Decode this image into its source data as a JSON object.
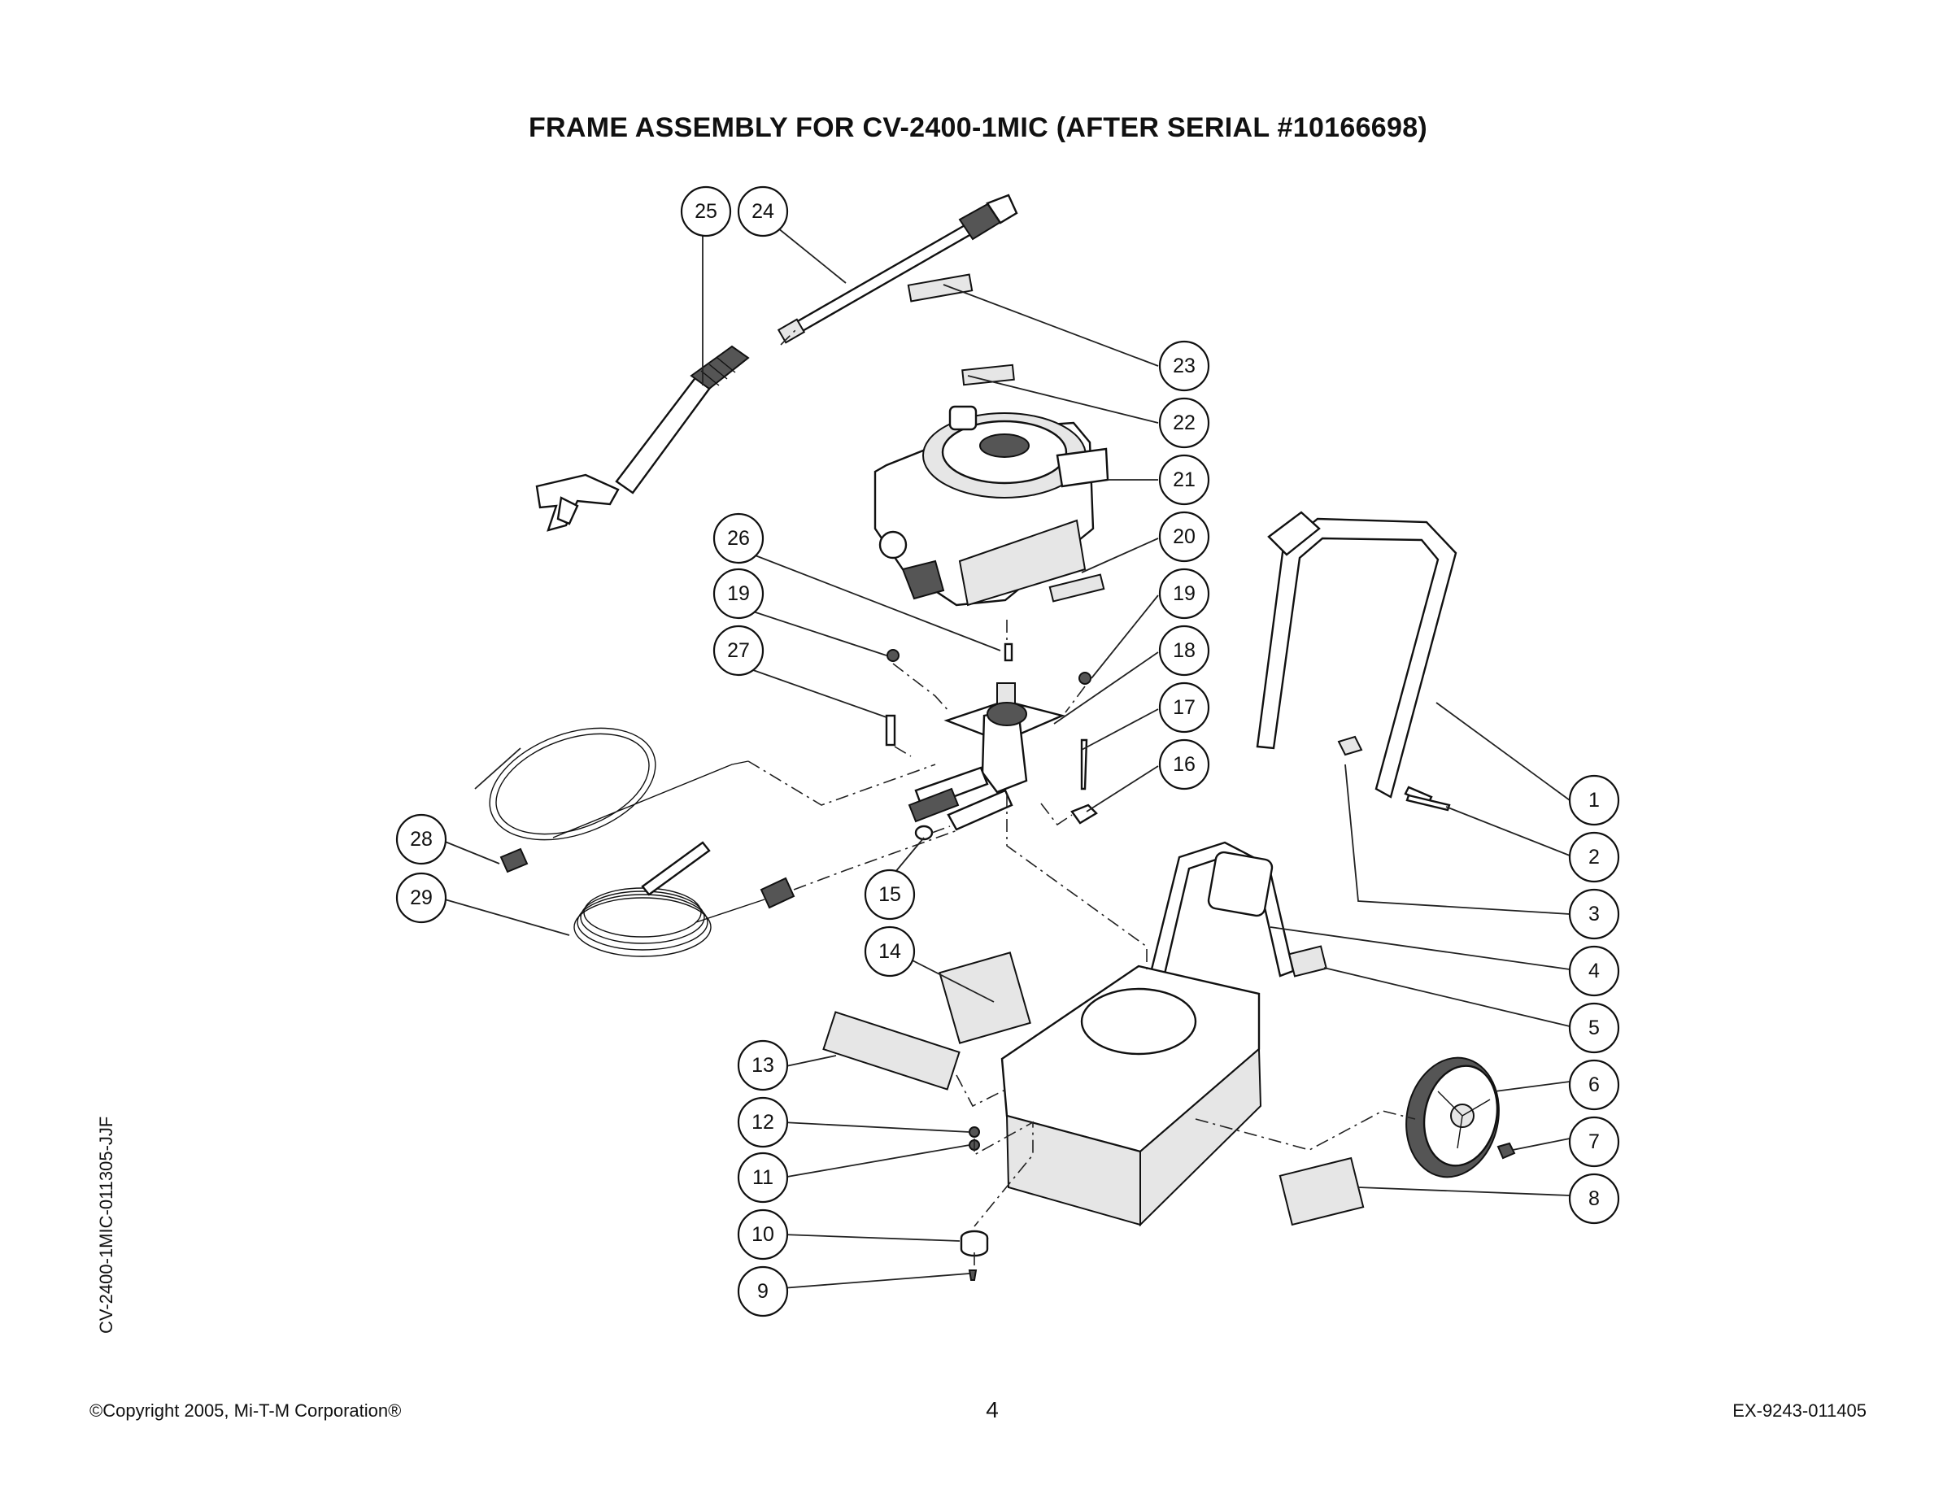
{
  "title": "FRAME ASSEMBLY FOR CV-2400-1MIC (AFTER SERIAL #10166698)",
  "side_code": "CV-2400-1MIC-011305-JJF",
  "footer": {
    "copyright": "©Copyright 2005, Mi-T-M Corporation®",
    "page_number": "4",
    "doc_code": "EX-9243-011405"
  },
  "callouts": [
    "1",
    "2",
    "3",
    "4",
    "5",
    "6",
    "7",
    "8",
    "9",
    "10",
    "11",
    "12",
    "13",
    "14",
    "15",
    "16",
    "17",
    "18",
    "19",
    "19",
    "20",
    "21",
    "22",
    "23",
    "24",
    "25",
    "26",
    "27",
    "28",
    "29"
  ]
}
